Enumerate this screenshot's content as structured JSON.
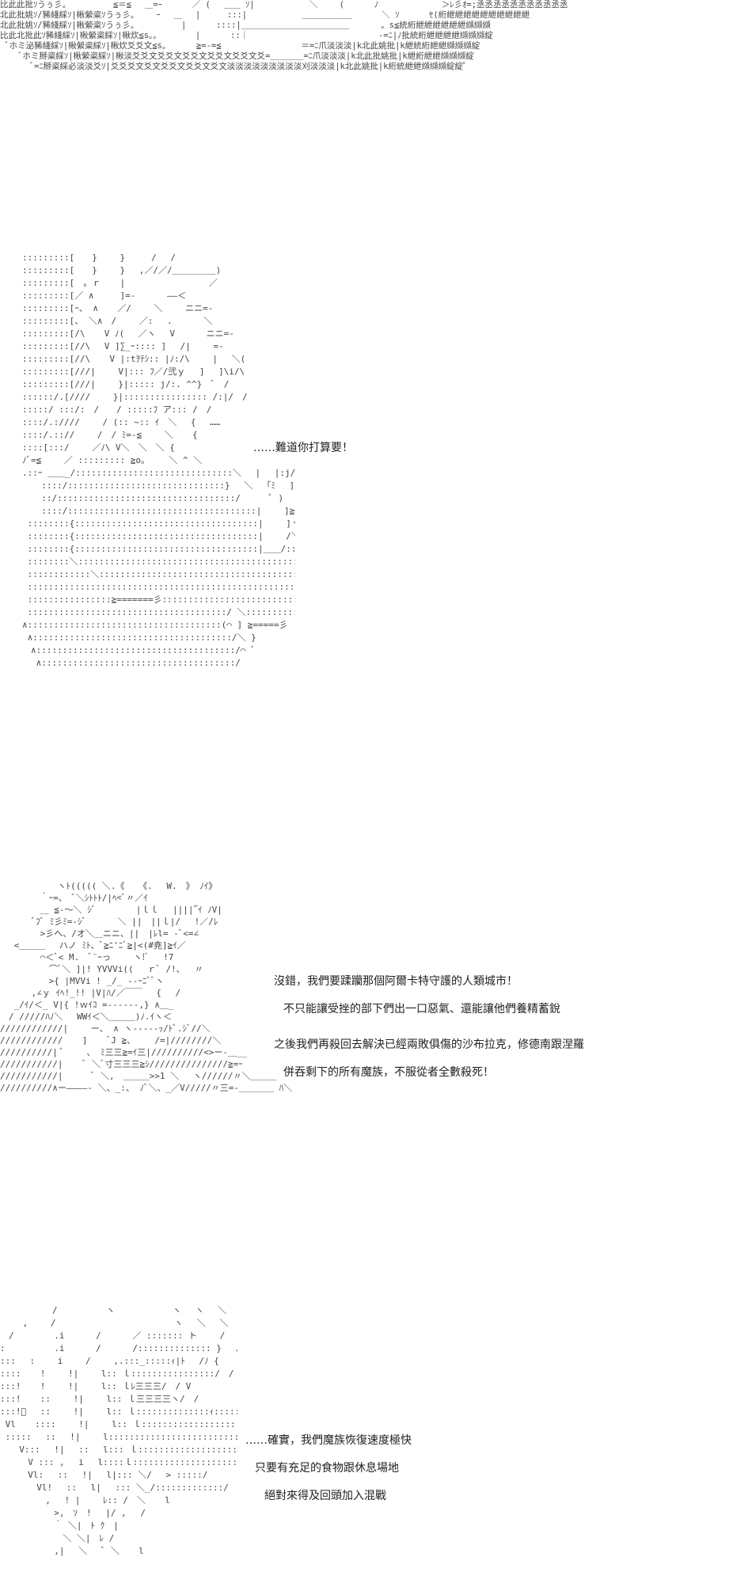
{
  "art": {
    "top": "比此此批ｿうぅ彡。　　　　　 ≦＝≦　 ＿=ｰ　　　 ／ (　 ＿＿ ｿ|　　　　　　 ＼　　 (　　　 ﾉ　　　　　　　 ＞ﾚ彡ｵ=;丞丞丞丞丞丞丞丞丞丞丞\n北此批姚ｿ/豨綫綵ｿ|楸縈粢ｿうぅ彡。　　 ｰ　 ＿　 |　 　 :::|　　　　　　 ＿＿＿＿＿＿　　　 ＼ ｿ　　　 ｾ(絎紲紲紲紲紲紲紲紲紲紲\n北此批姚ｿ/豨綫綵ｿ|楸縈粢ｿうぅ彡。　　　　　 |　　　 ::::|＿＿＿＿＿＿＿＿＿＿＿＿＿ 　 　 。s≦統絎紲紲紲紲紲紲纐纐纐\n比此北批此ｿ豨綫綵ｿ|楸縈粢綵ｿ|楸炊≦s。。　　　　 |　　　 ::｜　　　　　　　　　　　　　　　 -=ﾆ|ﾉ批統絎紲紲紲紲纐纐纐綻\n ﾞホミ泌豨綫綵ｿ|楸縈粢綵ｿ|楸炊爻爻文≦s。　　　 ≧=-=≦　　　　　　　　　 ＝=ﾆ爪淡淡淡|k北此姚批|k紲統絎紲紲纐纐纐綻\n 　 ﾞホミ掰粢綵ｿ|楸縈粢綵ｿ|楸淡爻爻文爻爻文爻爻文爻爻文爻爻文爻=＿＿＿＿=ﾆ爪淡淡淡|k北此批姚批|k紲絎紲紲纐纐纐綻\n　　　 ﾞ=ﾆ掰粢綵必淡淡爻ｿ|爻爻爻文爻文爻爻文爻爻文爻文淡淡淡淡淡淡淡淡淡刈淡淡淡|k北此姚批|k絎統紲紲纐纐纐綻綻ﾟ",
    "figure_1": ":::::::::[　　}　　 }　　　/　 /\n:::::::::[　　}　　 }　 ,／/／/＿＿＿＿＿)\n:::::::::[　。ｒ 　 |　　　　　　　　　 ／\n:::::::::[／ ∧　　　]=-　　　 ――＜\n:::::::::[ｰ、 ∧ 　 ／/　　 ＼　　 ニニ=-\n:::::::::[、 ＼∧　/　　 ／:　 .　　　 ＼\n:::::::::[/\\ 　 V ﾉ(　 ／ヽ　 V　　　 ニニ=-\n:::::::::[//\\　 V ]∑_ｰ:::: ]　 /|　　 =-\n:::::::::[//\\ 　 V |:tｦﾃｼ:: |ﾉ:/\\　　 |　 ＼(\n:::::::::[///|　　 V|::: ﾌ／/弐ｙ　 ]　 ]\\i/\\\n:::::::::[///|　　 }|::::: j/:. ^^}　ﾞ　/\n::::::/.[////　　 }|:::::::::::::::: /:|/　/\n:::::/ :::/:　/　　/ :::::ﾌ ア::: /　/\n::::/.:////　　 / (:: ~:: ｲ　＼　 {　 ……\n::::/.:://　　 /　/ ﾐ=-≦　　 ＼ 　 {\n::::[:::/　　 ／ﾉ\\ V＼　＼　＼ {\nﾉﾞ=≦　　 ／ ::::::::: ≧o。 　 ＼ ^ ＼\n.::ｰ ＿＿_/::::::::::::::::::::::::::::::＼ 　|　 |:j/　 :}\n 　 ::::/::::::::::::::::::::::::::::::}　 ＼　 ｢ﾐ　 ]/\n 　 ::/::::::::::::::::::::::::::::::::::/　　　 ﾟ )\n 　 ::::/::::::::::::::::::::::::::::::::::::|　　 ]≧=-　 ＼\n ::::::::{:::::::::::::::::::::::::::::::::::|　　 ]ヾ　　　＼\n ::::::::{:::::::::::::::::::::::::::::::::::|　　 /＼＿＿ 　＼\n ::::::::{:::::::::::::::::::::::::::::::::::|＿＿/::::::::::::::＼ 　 ＼\n ::::::::＼::::::::::::::::::::::::::::::::::::::::::::::::::::::::::::::＼　 }\n ::::::::::::＼::::::::::::::::::::::::::::::::::::::::/::::::::::::::::::: }\n ::::::::::::::::::::::::::::::::::::::::::::::::::::/:::::::::::::::::::::::/\n ::::::::::::::::≧=======彡::::::::::::::::::::::::::::::::::::::/\n ::::::::::::::::::::::::::::::::::::::/ ＼::::::::::::::::::::/\n∧:::::::::::::::::::::::::::::::::::::(⌒ ] ≧=====彡\n ∧::::::::::::::::::::::::::::::::::::::/＼ }\n　∧::::::::::::::::::::::::::::::::::::::/⌒ ﾟ\n　 ∧:::::::::::::::::::::::::::::::::::::/",
    "figure_2": "　　　　　　 ヽﾄ((((( ＼.《　 《.　 W.　》 ﾉｲ》\n　　　　 ｀ｰ=、　ﾞ＼ｼﾄﾄﾄ/|ﾍ<ﾞ〃／ｲ\n　　　　 ＿ ≦-～＼ ｼﾞ　　　　 |ｌｌ 　||||ﾞ゙ｲ ﾉV|\n　　　 ﾞﾌﾞ ﾐ彡ﾐ=-ｼﾞ　　　 ＼ ||　||ｌ|/　 !／/ﾚ\n　　　　 >彡へ、/オ＼＿ニニ、||　|ﾚl= -ﾞ<=∠\n　 <＿＿＿　 ハノ ﾐﾄ、ﾞ≧ﾆ'ﾆﾞ≧|<(#尭]≧ｲ／\n　　　　 ⌒＜ﾞ< M.　ﾞ¨ｰっ　　 ヽ!ﾞ　 !7\n　　　　　 ⌒ﾞ＼ ]|! YVVVi((　 ｒﾞ /!、　 〃\n　　　　　 >{ |MVVi ! _/_ --ｰﾆﾞﾞヽ\n　　　 ,∠ｙ ｲﾍ!_!! |V|ﾊ/／￣￣ 　{　 /\n　 _/ｲ/＜_ V|{ !ｗｲｺ =------,} ∧＿_\n　/ /////ﾊﾉ＼　 WWｲ＜＼＿＿＿)ﾉ.ｲヽ＜\n////////////|　　 ー、 ∧ ヽ-----ｯ/ﾄﾞ.ｼﾞ//＼\n//////////// 　 ]　　 ﾞJ ≧、 　 /=|////////＼\n//////////| ﾞ　　 、 ﾐ三三≧=ｲ三|//////////<>ー-＿__\n///////////|　　 ﾞ ＼ﾞ寸三三三≧ｼ///////////////≧=ｰ\n///////////|　　　 ﾞ ＼,　＿＿＿>>1 ＼　 ヽ//////〃＼＿＿＿\n//////////∧ー――――‐ ＼、_:、 ﾉﾞ＼、_／V/////〃三=-＿＿＿＿ ﾊ＼",
    "figure_3": "　　　　　　/　　　　　 ヽ　　　　　　 ヽ　 ヽ　 ＼\n　　 ,　　 /　　　　　　　　　　　　　 ヽ　 ＼　 ＼\n　/　　　　 .i　　　 /　　　 ／ ::::::: ト　　 /　 ＼\n:　　　　　 .i　　　 /　　　 /:::::::::::::: }　 ﾉ 　＼\n:::　 :　　 i　　 /　　 ,.:::_:::::ｨ|ﾄ　 /ﾉ {\n:::: 　 !　　 !|　　 l:: ｌ::::::::::::::::/　/ V\n:::! 　 !　　 !|　　 l:: ｌﾚ三三三/　/ V\n:::! 　 ::　　 !|　　 l:: ｌ三三三三ヽ/　/ \n:::!ﾞ　 ::　　 !|　　 l:: ｌ::::::::::::::ｨ::::::::::::> ……\n Vl 　 ::::　　 !|　　 l:: ｌ:::::::::::::::::::::::/\n :::::　 ::　 !|　　 l:::::::::::::::::::::::::::::::/\n 　 V:::　 !|　 ::　 l::: ｌ::::::::::::::::::::::/\n 　　 V ::: ,　 i　 l::::ｌ:::::::::::::::::::::::::/\n 　　 Vl:　 ::　 !|　 l|::: ＼/　 > :::::/\n 　　　 Vl!　 ::　 l|　 ::: ＼_/:::::::::::::/\n 　　　　 ,　 ! |　　 ﾚ:: /　＼ 　 l\n 　　　　　 >,　ｿ　!　 |/ ,　 /\n 　　　　　 ｀ ＼|　ﾄ ｸ　|\n 　　　　　　 ＼ ＼|　ﾚ /\n 　　　　　 ,|　 ＼ 　ﾞ ＼ 　 l"
  },
  "dialogue": [
    "……難道你打算要！",
    "沒錯，我們要蹂躪那個阿爾卡特守護的人類城市！",
    "不只能讓受挫的部下們出一口惡氣、還能讓他們養精蓄銳",
    "之後我們再殺回去解決已經兩敗俱傷的沙布拉克，修德南跟涅羅",
    "併吞剩下的所有魔族，不服從者全數殺死！",
    "……確實，我們魔族恢復速度極快",
    "只要有充足的食物跟休息場地",
    "絕對來得及回頭加入混戰"
  ]
}
